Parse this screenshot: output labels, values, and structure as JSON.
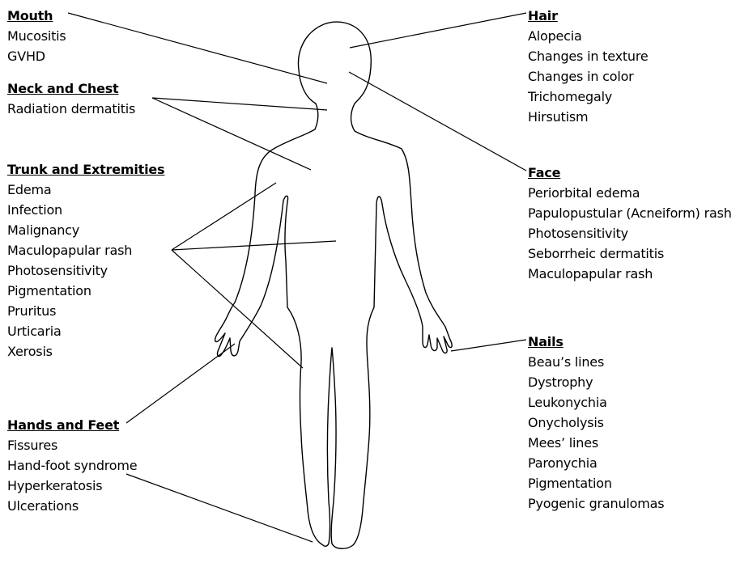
{
  "groups": {
    "mouth": {
      "heading": "Mouth",
      "items": [
        "Mucositis",
        "GVHD"
      ]
    },
    "neck_chest": {
      "heading": "Neck and Chest",
      "items": [
        "Radiation dermatitis"
      ]
    },
    "trunk_extremities": {
      "heading": "Trunk and Extremities",
      "items": [
        "Edema",
        "Infection",
        "Malignancy",
        "Maculopapular rash",
        "Photosensitivity",
        "Pigmentation",
        "Pruritus",
        "Urticaria",
        "Xerosis"
      ]
    },
    "hands_feet": {
      "heading": "Hands and Feet",
      "items": [
        "Fissures",
        "Hand-foot syndrome",
        "Hyperkeratosis",
        "Ulcerations"
      ]
    },
    "hair": {
      "heading": "Hair",
      "items": [
        "Alopecia",
        "Changes in texture",
        "Changes in color",
        "Trichomegaly",
        "Hirsutism"
      ]
    },
    "face": {
      "heading": "Face",
      "items": [
        "Periorbital edema",
        "Papulopustular (Acneiform) rash",
        "Photosensitivity",
        "Seborrheic dermatitis",
        "Maculopapular rash"
      ]
    },
    "nails": {
      "heading": "Nails",
      "items": [
        "Beau’s lines",
        "Dystrophy",
        "Leukonychia",
        "Onycholysis",
        "Mees’ lines",
        "Paronychia",
        "Pigmentation",
        "Pyogenic granulomas"
      ]
    }
  },
  "colors": {
    "line": "#000000",
    "text": "#000000",
    "background": "#ffffff"
  }
}
